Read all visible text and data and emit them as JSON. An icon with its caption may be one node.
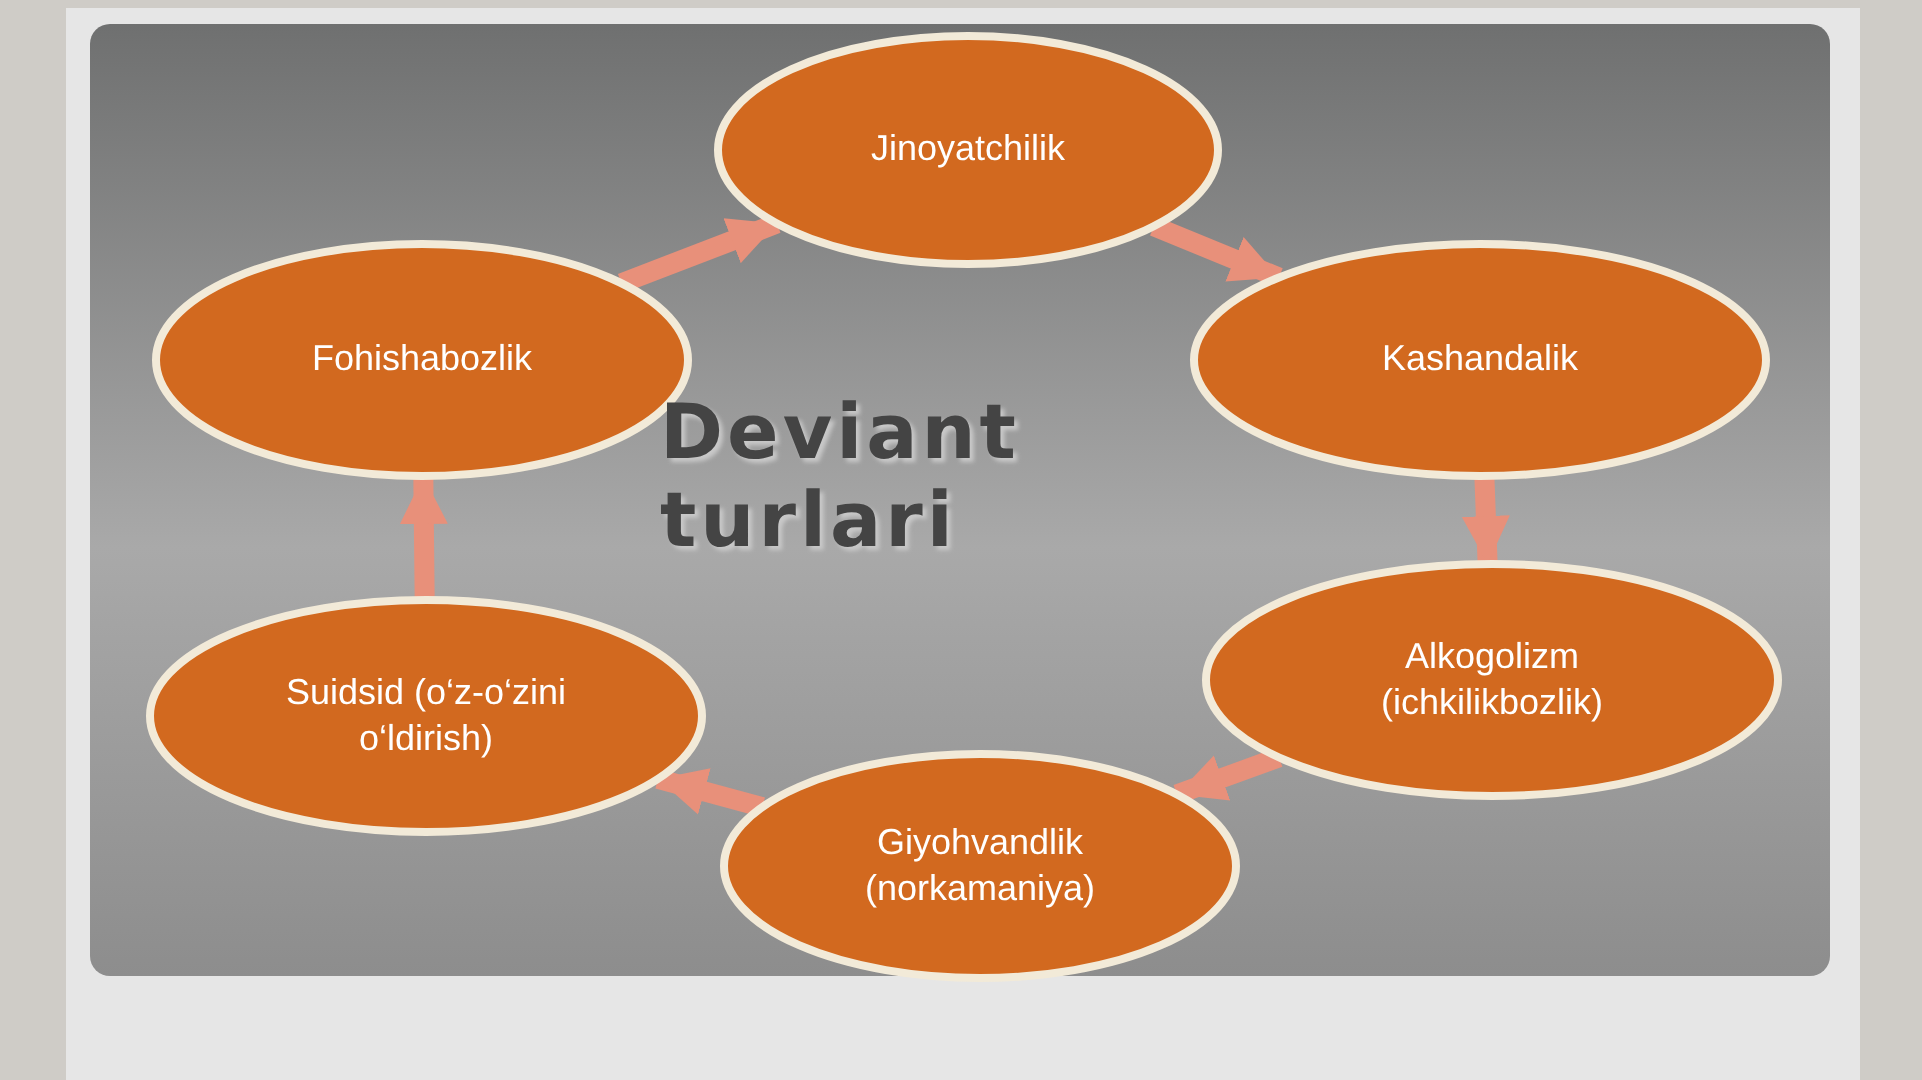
{
  "diagram": {
    "title": "Deviant turlari",
    "nodes": [
      {
        "text": [
          "Jinoyatchilik"
        ]
      },
      {
        "text": [
          "Kashandalik"
        ]
      },
      {
        "text": [
          "Alkogolizm (ichkilikbozlik)"
        ]
      },
      {
        "text": [
          "Giyohvandlik (norkamaniya)"
        ]
      },
      {
        "text": [
          "Suidsid (o‘z-o‘zini o‘ldirish)"
        ]
      },
      {
        "text": [
          "Fohishabozlik"
        ]
      }
    ],
    "edges": [
      {
        "from": 0,
        "to": 1,
        "arrow": "to"
      },
      {
        "from": 1,
        "to": 2,
        "arrow": "to"
      },
      {
        "from": 2,
        "to": 3,
        "arrow": "to"
      },
      {
        "from": 3,
        "to": 4,
        "arrow": "to"
      },
      {
        "from": 4,
        "to": 5,
        "arrow": "to"
      },
      {
        "from": 5,
        "to": 0,
        "arrow": "to"
      }
    ]
  }
}
